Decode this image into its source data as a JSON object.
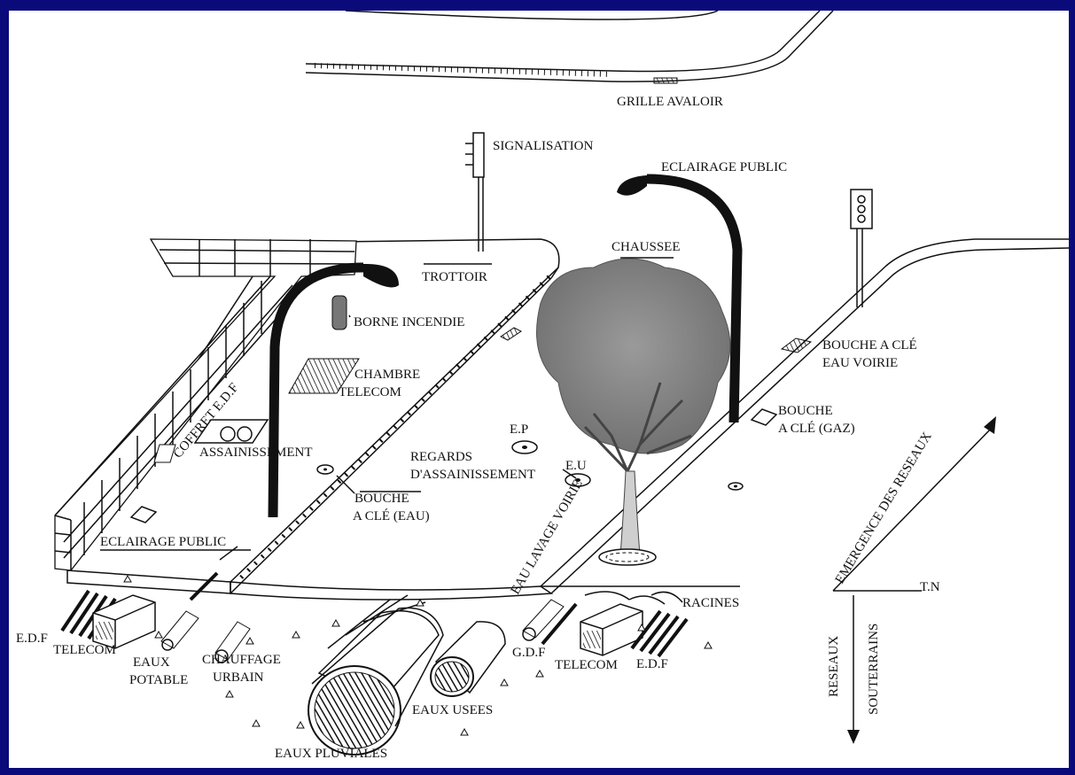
{
  "colors": {
    "frame": "#0a0a7a",
    "paper": "#ffffff",
    "ink": "#111111",
    "tree_crown": "#8f8f8f",
    "tree_trunk": "#cfcfcf"
  },
  "labels": {
    "grille_avaloir": "GRILLE AVALOIR",
    "signalisation": "SIGNALISATION",
    "eclairage_public_top": "ECLAIRAGE PUBLIC",
    "chaussee": "CHAUSSEE",
    "trottoir": "TROTTOIR",
    "borne_incendie": "BORNE INCENDIE",
    "bouche_eau_voirie_1": "BOUCHE A CLÉ",
    "bouche_eau_voirie_2": "EAU VOIRIE",
    "chambre_telecom_1": "CHAMBRE",
    "chambre_telecom_2": "TELECOM",
    "coffret_edf": "COFFRET E.D.F",
    "assainissement": "ASSAINISSEMENT",
    "bouche_gaz_1": "BOUCHE",
    "bouche_gaz_2": "A CLÉ (GAZ)",
    "ep": "E.P",
    "eu": "E.U",
    "regards_1": "REGARDS",
    "regards_2": "D'ASSAINISSEMENT",
    "bouche_eau_1": "BOUCHE",
    "bouche_eau_2": "A CLÉ (EAU)",
    "emergence": "EMERGENCE DES RESEAUX",
    "eau_lavage": "EAU LAVAGE VOIRIE",
    "eclairage_public_bottom": "ECLAIRAGE PUBLIC",
    "tn": "T.N",
    "racines": "RACINES",
    "edf_left": "E.D.F",
    "telecom_left": "TELECOM",
    "eaux_potable_1": "EAUX",
    "eaux_potable_2": "POTABLE",
    "chauffage_1": "CHAUFFAGE",
    "chauffage_2": "URBAIN",
    "gdf": "G.D.F",
    "telecom_right": "TELECOM",
    "edf_right": "E.D.F",
    "eaux_usees": "EAUX USEES",
    "eaux_pluviales": "EAUX PLUVIALES",
    "reseaux": "RESEAUX",
    "souterrains": "SOUTERRAINS"
  }
}
